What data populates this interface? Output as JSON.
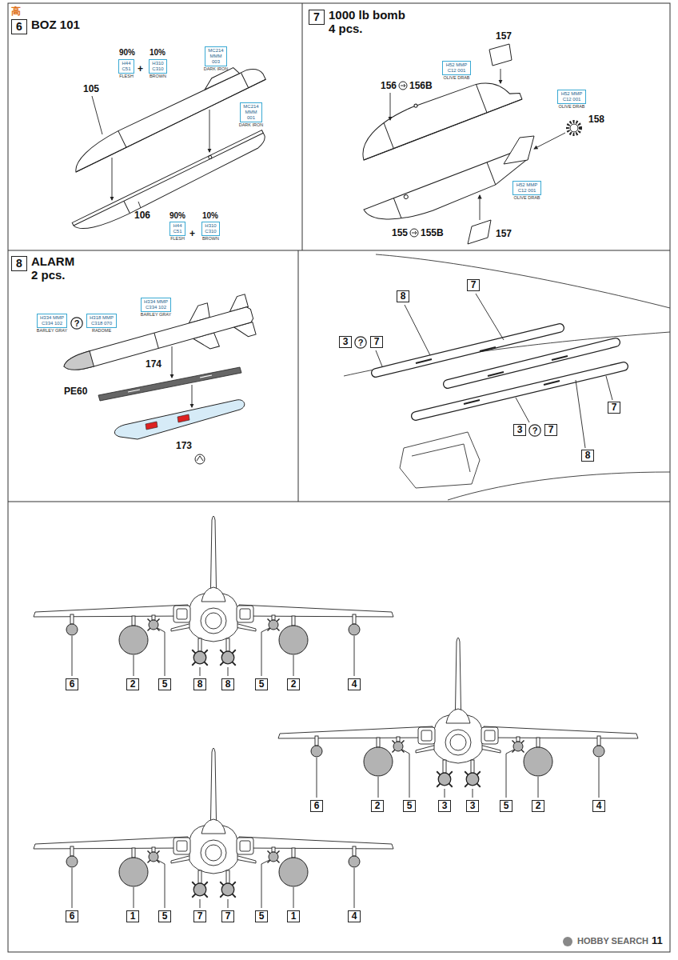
{
  "diagram": {
    "nodes": [
      {
        "text": [
          "6",
          "BOZ 101"
        ]
      },
      {
        "text": [
          "MC214 MMM 003",
          "DARK IRON"
        ]
      },
      {
        "text": [
          "H44 C51",
          "FLESH"
        ]
      },
      {
        "text": [
          "H310 C310",
          "BROWN"
        ]
      },
      {
        "text": [
          "MC214 MMM 001",
          "DARK IRON"
        ]
      },
      {
        "text": [
          "H44 C51",
          "FLESH"
        ]
      },
      {
        "text": [
          "H310 C310",
          "BROWN"
        ]
      },
      {
        "text": [
          "7",
          "1000 lb bomb 4 pcs."
        ]
      },
      {
        "text": [
          "H52 MMP C12 001",
          "OLIVE DRAB"
        ]
      },
      {
        "text": [
          "H52 MMP C12 001",
          "OLIVE DRAB"
        ]
      },
      {
        "text": [
          "H52 MMP C12 001",
          "OLIVE DRAB"
        ]
      },
      {
        "text": [
          "8",
          "ALARM 2 pcs."
        ]
      },
      {
        "text": [
          "H334 MMP C334 102",
          "BARLEY GRAY"
        ]
      },
      {
        "text": [
          "?"
        ]
      },
      {
        "text": [
          "H318 MMP C318 070",
          "RADOME"
        ]
      },
      {
        "text": [
          "H334 MMP C334 102",
          "BARLEY GRAY"
        ]
      },
      {
        "text": [
          "3"
        ]
      },
      {
        "text": [
          "?"
        ]
      },
      {
        "text": [
          "7"
        ]
      },
      {
        "text": [
          "8"
        ]
      },
      {
        "text": [
          "7"
        ]
      },
      {
        "text": [
          "7"
        ]
      },
      {
        "text": [
          "3"
        ]
      },
      {
        "text": [
          "?"
        ]
      },
      {
        "text": [
          "7"
        ]
      },
      {
        "text": [
          "8"
        ]
      },
      {
        "text": [
          "6"
        ]
      },
      {
        "text": [
          "2"
        ]
      },
      {
        "text": [
          "5"
        ]
      },
      {
        "text": [
          "8"
        ]
      },
      {
        "text": [
          "8"
        ]
      },
      {
        "text": [
          "5"
        ]
      },
      {
        "text": [
          "2"
        ]
      },
      {
        "text": [
          "4"
        ]
      },
      {
        "text": [
          "6"
        ]
      },
      {
        "text": [
          "2"
        ]
      },
      {
        "text": [
          "5"
        ]
      },
      {
        "text": [
          "3"
        ]
      },
      {
        "text": [
          "3"
        ]
      },
      {
        "text": [
          "5"
        ]
      },
      {
        "text": [
          "2"
        ]
      },
      {
        "text": [
          "4"
        ]
      },
      {
        "text": [
          "6"
        ]
      },
      {
        "text": [
          "1"
        ]
      },
      {
        "text": [
          "5"
        ]
      },
      {
        "text": [
          "7"
        ]
      },
      {
        "text": [
          "7"
        ]
      },
      {
        "text": [
          "5"
        ]
      },
      {
        "text": [
          "1"
        ]
      },
      {
        "text": [
          "4"
        ]
      }
    ],
    "labels": [
      "高",
      "90%",
      "10%",
      "+",
      "105",
      "106",
      "90%",
      "10%",
      "+",
      "157",
      "156",
      "156B",
      "158",
      "155",
      "155B",
      "157",
      "174",
      "PE60",
      "173",
      "HOBBY SEARCH",
      "11"
    ]
  }
}
